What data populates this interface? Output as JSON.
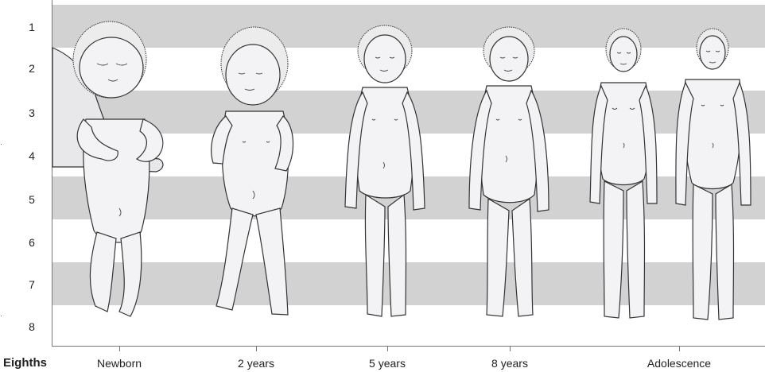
{
  "axis_title": "Eighths",
  "rows": [
    "1",
    "2",
    "3",
    "4",
    "5",
    "6",
    "7",
    "8"
  ],
  "stages": [
    "Newborn",
    "2 years",
    "5 years",
    "8 years",
    "Adolescence"
  ],
  "colors": {
    "band": "#d2d2d2",
    "axis": "#777777",
    "body_fill": "#f3f3f5"
  }
}
